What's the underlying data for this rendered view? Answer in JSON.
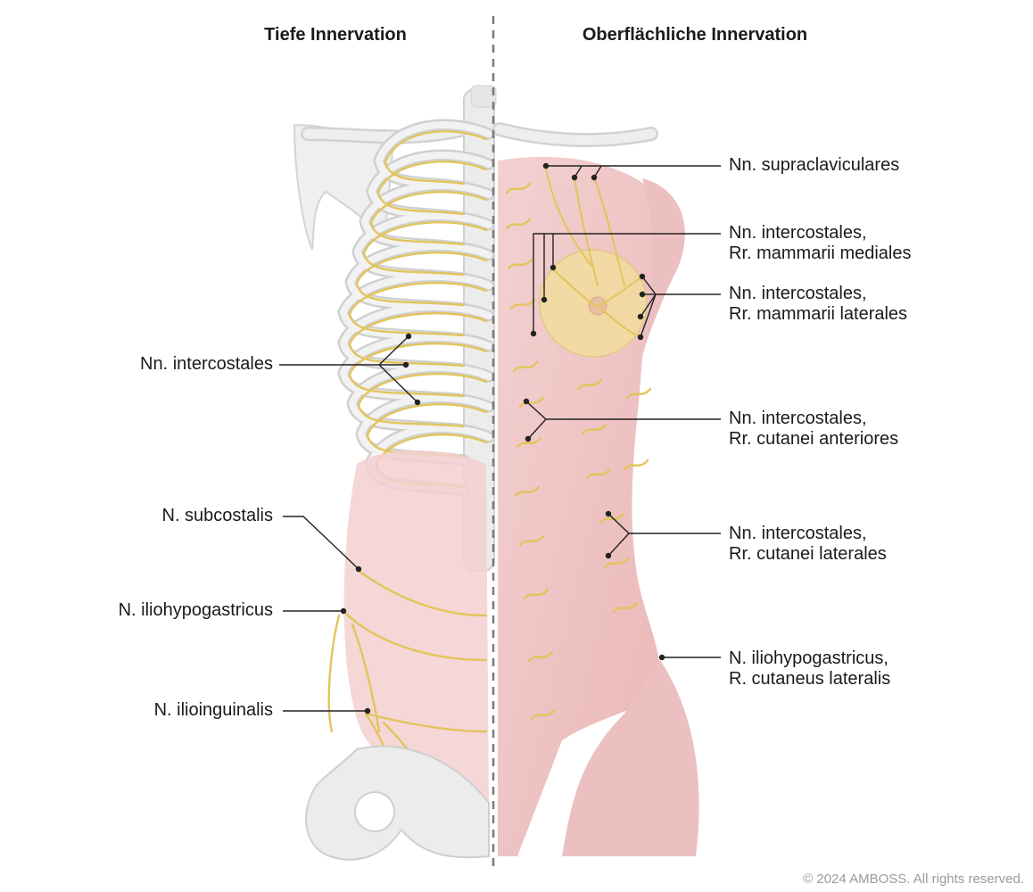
{
  "headers": {
    "left": "Tiefe Innervation",
    "right": "Oberflächliche Innervation"
  },
  "labels_left": {
    "intercostales": "Nn. intercostales",
    "subcostalis": "N. subcostalis",
    "iliohypogastricus": "N. iliohypogastricus",
    "ilioinguinalis": "N. ilioinguinalis"
  },
  "labels_right": {
    "supraclaviculares": "Nn. supraclaviculares",
    "mammarii_mediales": {
      "line1": "Nn. intercostales,",
      "line2": "Rr. mammarii mediales"
    },
    "mammarii_laterales": {
      "line1": "Nn. intercostales,",
      "line2": "Rr. mammarii laterales"
    },
    "cutanei_anteriores": {
      "line1": "Nn. intercostales,",
      "line2": "Rr. cutanei anteriores"
    },
    "cutanei_laterales": {
      "line1": "Nn. intercostales,",
      "line2": "Rr. cutanei laterales"
    },
    "iliohypogastricus_lateralis": {
      "line1": "N. iliohypogastricus,",
      "line2": "R. cutaneus lateralis"
    }
  },
  "copyright": "© 2024 AMBOSS. All rights reserved.",
  "colors": {
    "nerve": "#e3c45a",
    "bone_fill": "#ebebeb",
    "bone_stroke": "#c9c9c9",
    "muscle": "#e9b3b3",
    "breast": "#f3dca0",
    "leader": "#222222",
    "divider": "#7a7a7a"
  }
}
